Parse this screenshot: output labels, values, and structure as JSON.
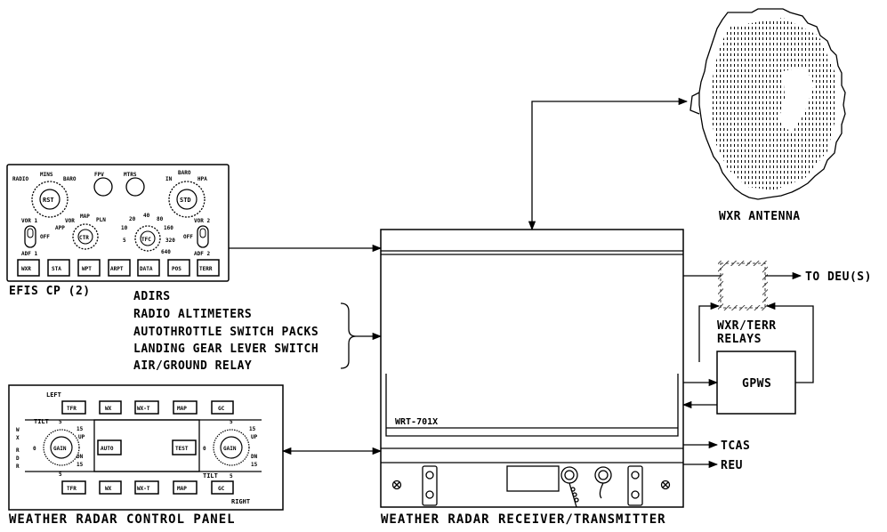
{
  "antenna": {
    "label": "WXR ANTENNA"
  },
  "efis": {
    "label": "EFIS CP (2)",
    "left_knob": {
      "center": "RST",
      "labels": [
        "RADIO",
        "MINS",
        "BARO"
      ]
    },
    "right_knob": {
      "center": "STD",
      "labels": [
        "BARO",
        "IN",
        "HPA"
      ]
    },
    "fpv": "FPV",
    "mtrs": "MTRS",
    "mode_knob": {
      "center": "CTR",
      "labels": [
        "MAP",
        "VOR",
        "APP",
        "PLN"
      ]
    },
    "range_knob": {
      "center": "TFC",
      "labels": [
        "10",
        "20",
        "40",
        "80",
        "160",
        "320",
        "640",
        "5"
      ]
    },
    "left_switch": {
      "labels": [
        "VOR 1",
        "OFF",
        "ADF 1"
      ]
    },
    "right_switch": {
      "labels": [
        "VOR 2",
        "OFF",
        "ADF 2"
      ]
    },
    "buttons": [
      "WXR",
      "STA",
      "WPT",
      "ARPT",
      "DATA",
      "POS",
      "TERR"
    ]
  },
  "inputs": [
    "ADIRS",
    "RADIO ALTIMETERS",
    "AUTOTHROTTLE SWITCH PACKS",
    "LANDING GEAR LEVER SWITCH",
    "AIR/GROUND RELAY"
  ],
  "control_panel": {
    "label": "WEATHER RADAR CONTROL PANEL",
    "side_label": "WX RDR",
    "left_tag": "LEFT",
    "right_tag": "RIGHT",
    "top_buttons": [
      "TFR",
      "WX",
      "WX-T",
      "MAP",
      "GC"
    ],
    "bottom_buttons": [
      "TFR",
      "WX",
      "WX-T",
      "MAP",
      "GC"
    ],
    "auto": "AUTO",
    "test": "TEST",
    "gain": "GAIN",
    "tilt": "TILT",
    "up": "UP",
    "dn": "DN",
    "tilt_marks": [
      "5",
      "15",
      "5",
      "15"
    ],
    "zero": "0"
  },
  "rt": {
    "label": "WEATHER RADAR RECEIVER/TRANSMITTER",
    "model": "WRT-701X"
  },
  "relays": {
    "label_line1": "WXR/TERR",
    "label_line2": "RELAYS"
  },
  "gpws": {
    "label": "GPWS"
  },
  "outputs": {
    "deu": "TO DEU(S)",
    "tcas": "TCAS",
    "reu": "REU"
  }
}
